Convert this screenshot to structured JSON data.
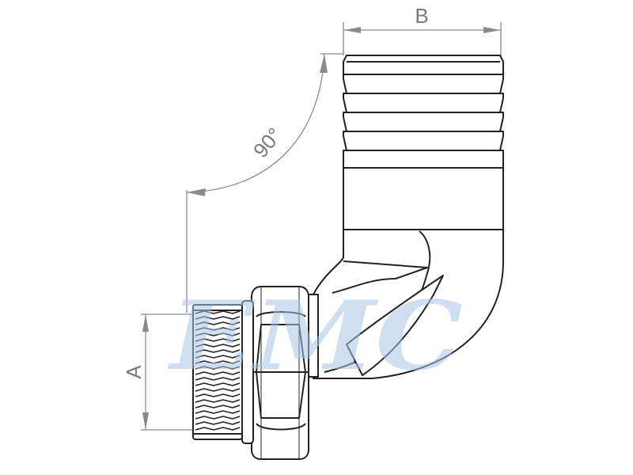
{
  "dimensions": {
    "a_label": "A",
    "b_label": "B",
    "angle_label": "90°"
  },
  "watermark": {
    "text": "EMC",
    "color": "#a9c3e6"
  },
  "colors": {
    "outline": "#222222",
    "dimension_line": "#8a8a8a",
    "label": "#7a7a7a"
  }
}
